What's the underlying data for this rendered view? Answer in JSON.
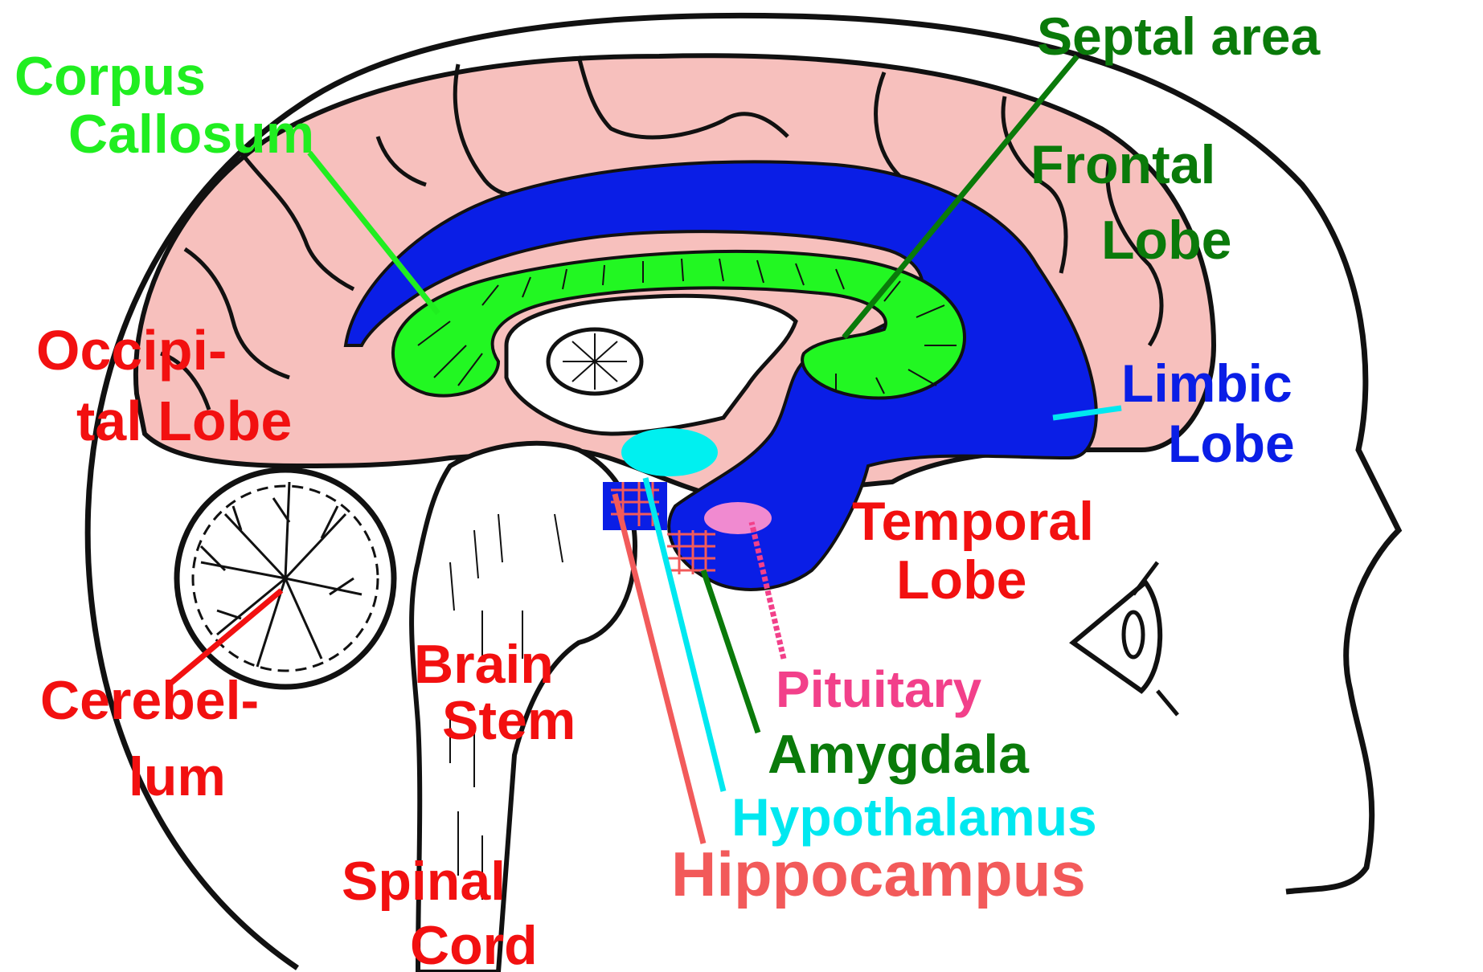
{
  "title": "",
  "labels": {
    "corpus_callosum": [
      "Corpus",
      "Callosum"
    ],
    "septal_area": "Septal area",
    "frontal_lobe": [
      "Frontal",
      "Lobe"
    ],
    "occipital_lobe": [
      "Occipi-",
      "tal Lobe"
    ],
    "limbic_lobe": [
      "Limbic",
      "Lobe"
    ],
    "temporal_lobe": [
      "Temporal",
      "Lobe"
    ],
    "cerebellum": [
      "Cerebel-",
      "lum"
    ],
    "brain_stem": [
      "Brain",
      "Stem"
    ],
    "pituitary": "Pituitary",
    "amygdala": "Amygdala",
    "hypothalamus": "Hypothalamus",
    "hippocampus": "Hippocampus",
    "spinal_cord": [
      "Spinal",
      "Cord"
    ]
  },
  "colors": {
    "cortex": "#f7c0bd",
    "limbic": "#0a1ee6",
    "corpus_callosum": "#22f722",
    "hypothalamus": "#00f0f0",
    "pituitary": "#f08ad0",
    "red_label": "#f21010",
    "green_label": "#0a7a0a",
    "bright_green_label": "#20ee20",
    "blue_label": "#0a1ee6",
    "pink_label": "#f2408a",
    "cyan_label": "#00e8f0",
    "salmon_label": "#f25a5a"
  }
}
